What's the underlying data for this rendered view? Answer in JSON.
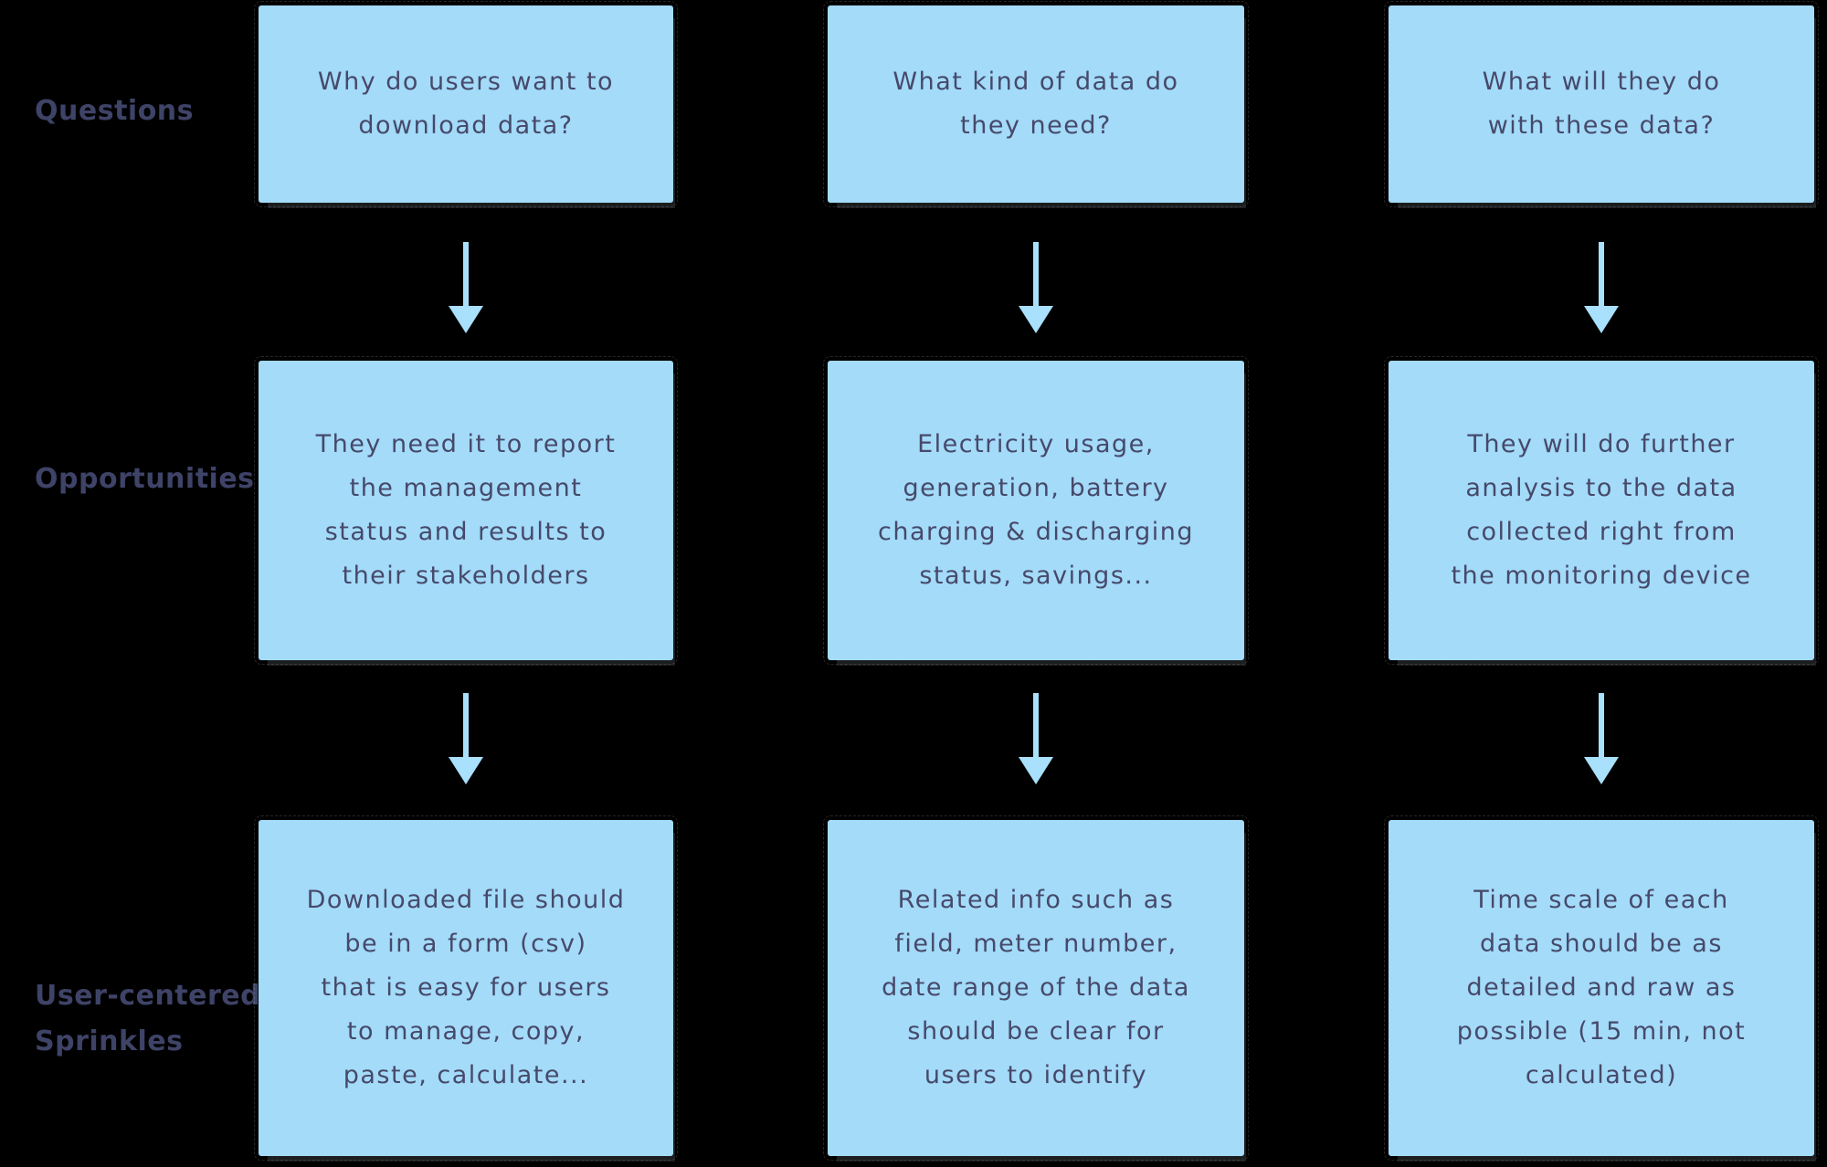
{
  "colors": {
    "background": "#000000",
    "note_fill": "#A3DBF9",
    "note_text": "#47496A",
    "label_text": "#3E4367",
    "arrow": "#A9E0FC"
  },
  "icons": {
    "arrow": "arrow-down"
  },
  "rows": [
    {
      "label": "Questions",
      "boxes": [
        "Why do users want to\ndownload data?",
        "What kind of data do\nthey need?",
        "What will they do\nwith these data?"
      ]
    },
    {
      "label": "Opportunities",
      "boxes": [
        "They need it to report\nthe management\nstatus and results to\ntheir stakeholders",
        "Electricity usage,\ngeneration, battery\ncharging & discharging\nstatus, savings...",
        "They will do further\nanalysis to the data\ncollected right from\nthe monitoring device"
      ]
    },
    {
      "label": "User-centered\nSprinkles",
      "boxes": [
        "Downloaded file should\nbe in a form (csv)\nthat is easy for users\nto manage, copy,\npaste, calculate...",
        "Related info such as\nfield, meter number,\ndate range of the data\nshould be clear for\nusers to identify",
        "Time scale of each\ndata should be as\ndetailed and raw as\npossible (15 min, not\ncalculated)"
      ]
    }
  ]
}
